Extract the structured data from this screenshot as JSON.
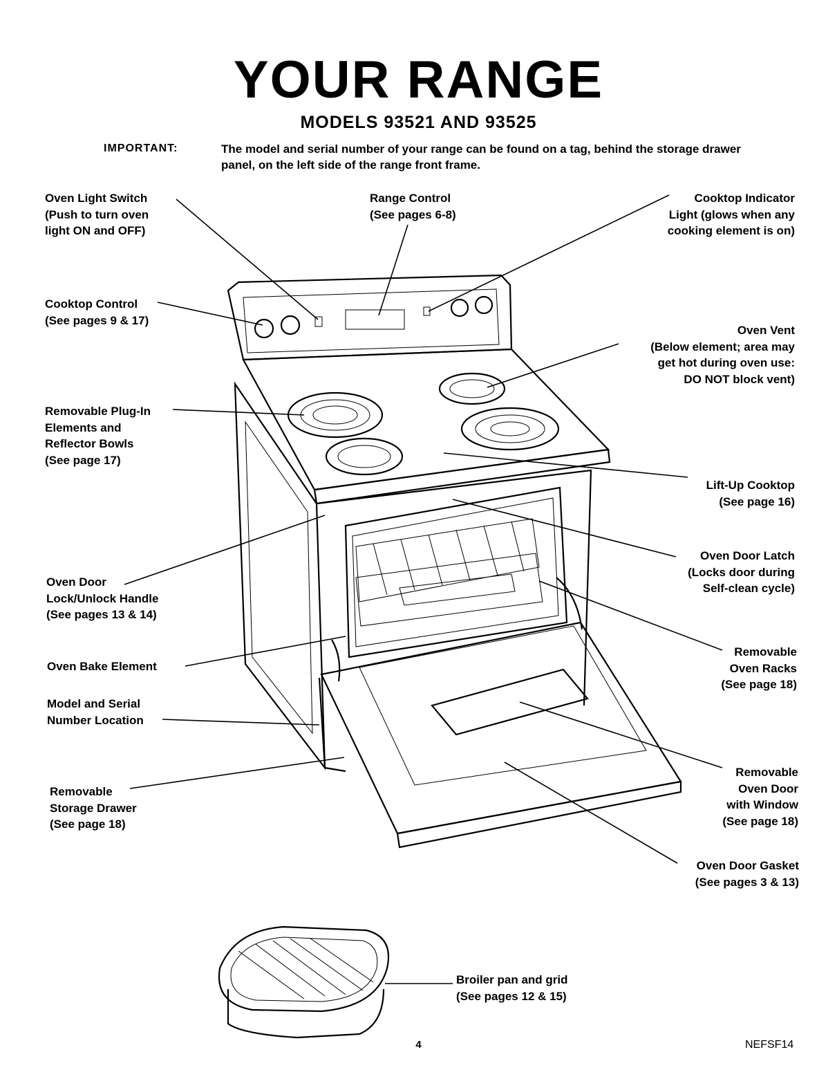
{
  "header": {
    "title": "YOUR RANGE",
    "models": "MODELS 93521 AND 93525",
    "important_label": "IMPORTANT:",
    "important_text": "The model and serial number of your range can be found on a tag, behind the storage drawer panel, on the left side of the range front frame."
  },
  "labels": {
    "oven_light_switch": "Oven Light Switch\n(Push to turn oven\nlight ON and OFF)",
    "range_control": "Range Control\n(See pages 6-8)",
    "cooktop_indicator": "Cooktop Indicator\nLight (glows when any\ncooking element is on)",
    "cooktop_control": "Cooktop Control\n(See pages 9 & 17)",
    "oven_vent": "Oven Vent\n(Below element; area may\nget hot during oven use:\nDO NOT block vent)",
    "plug_in_elements": "Removable Plug-In\nElements and\nReflector Bowls\n(See page 17)",
    "lift_up_cooktop": "Lift-Up Cooktop\n(See page 16)",
    "oven_door_latch": "Oven Door Latch\n(Locks door during\nSelf-clean cycle)",
    "oven_door_lock": "Oven Door\nLock/Unlock Handle\n(See pages 13 & 14)",
    "oven_racks": "Removable\nOven Racks\n(See page 18)",
    "bake_element": "Oven Bake Element",
    "model_serial": "Model and Serial\nNumber Location",
    "storage_drawer": "Removable\nStorage Drawer\n(See page 18)",
    "oven_door_window": "Removable\nOven Door\nwith Window\n(See page 18)",
    "door_gasket": "Oven Door Gasket\n(See pages 3 & 13)",
    "broiler_pan": "Broiler pan and grid\n(See pages 12 & 15)"
  },
  "footer": {
    "page_number": "4",
    "code": "NEFSF14"
  }
}
